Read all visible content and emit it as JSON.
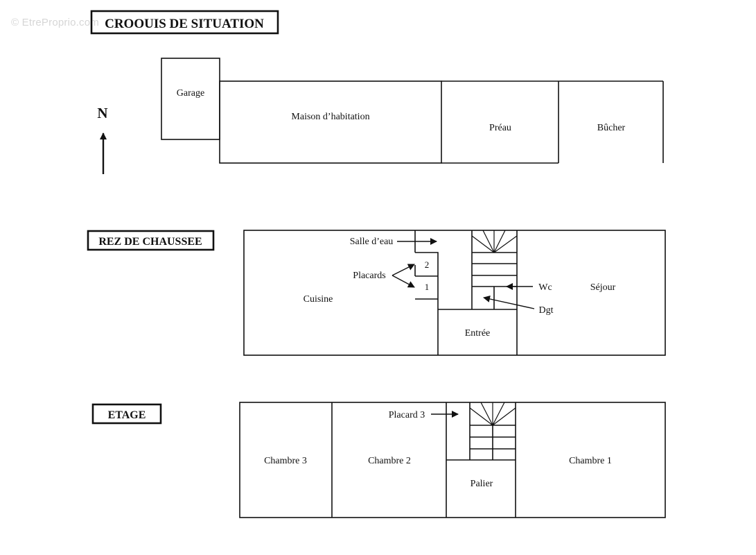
{
  "watermark": "© EtreProprio.com",
  "situation": {
    "title": "CROOUIS DE SITUATION",
    "north": "N",
    "rooms": {
      "garage": "Garage",
      "maison": "Maison d’habitation",
      "preau": "Préau",
      "bucher": "Bûcher"
    }
  },
  "ground_floor": {
    "title": "REZ DE CHAUSSEE",
    "rooms": {
      "cuisine": "Cuisine",
      "entree": "Entrée",
      "sejour": "Séjour"
    },
    "annotations": {
      "salle_deau": "Salle d’eau",
      "placards": "Placards",
      "wc": "Wc",
      "dgt": "Dgt",
      "placard_2": "2",
      "placard_1": "1"
    }
  },
  "upper_floor": {
    "title": "ETAGE",
    "rooms": {
      "chambre_3": "Chambre 3",
      "chambre_2": "Chambre 2",
      "palier": "Palier",
      "chambre_1": "Chambre 1"
    },
    "annotations": {
      "placard_3": "Placard 3"
    }
  }
}
